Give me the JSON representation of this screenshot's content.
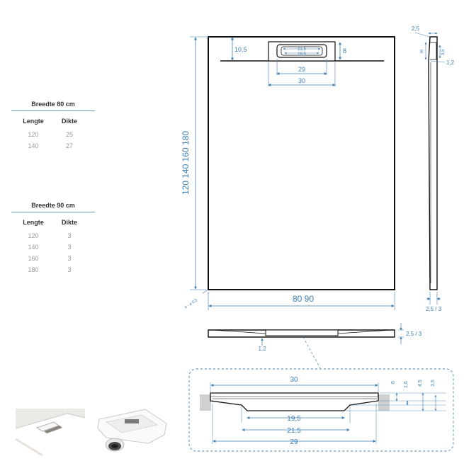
{
  "tables": [
    {
      "title": "Breedte 80 cm",
      "headers": [
        "Lengte",
        "Dikte"
      ],
      "rows": [
        [
          "120",
          "25"
        ],
        [
          "140",
          "27"
        ]
      ]
    },
    {
      "title": "Breedte 90 cm",
      "headers": [
        "Lengte",
        "Dikte"
      ],
      "rows": [
        [
          "120",
          "3"
        ],
        [
          "140",
          "3"
        ],
        [
          "160",
          "3"
        ],
        [
          "180",
          "3"
        ]
      ]
    }
  ],
  "top_view": {
    "lengths": "120  140  160  180",
    "widths": "80  90",
    "drain_depth": "10,5",
    "drain_height": "8",
    "grate_inner": "21,5",
    "grate_inner2": "19,5",
    "grate_width": "29",
    "drain_width": "30",
    "corner_note": "4 - ø 0,5"
  },
  "side_view": {
    "top": "2,5",
    "height_a": "8",
    "height_b": "3,5",
    "lip": "1,2",
    "thickness": "2,5 / 3"
  },
  "front_view": {
    "thickness": "2,5 / 3",
    "lip": "1,2"
  },
  "detail": {
    "top_width": "30",
    "v_dims": [
      "6",
      "1,6",
      "4,5",
      "3,5"
    ],
    "w195": "19,5",
    "w215": "21,5",
    "w29": "29"
  }
}
